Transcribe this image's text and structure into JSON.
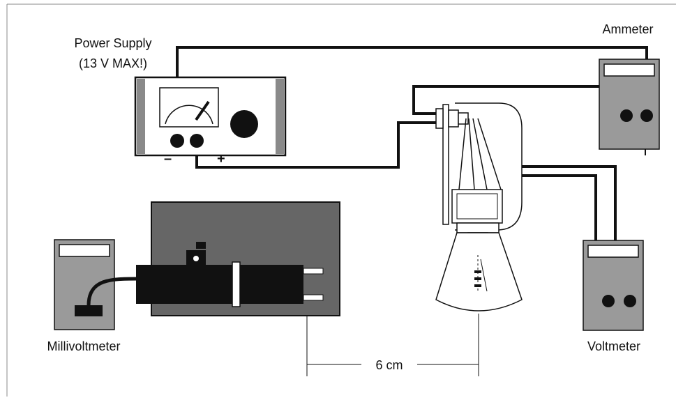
{
  "labels": {
    "power_supply": "Power Supply",
    "power_supply_limit": "(13 V MAX!)",
    "ammeter": "Ammeter",
    "voltmeter": "Voltmeter",
    "millivoltmeter": "Millivoltmeter",
    "distance": "6 cm",
    "minus_sign": "–",
    "plus_sign": "+"
  },
  "colors": {
    "meter_body": "#9a9a9a",
    "panel": "#666666",
    "wire": "#111111",
    "frame": "#888888"
  }
}
